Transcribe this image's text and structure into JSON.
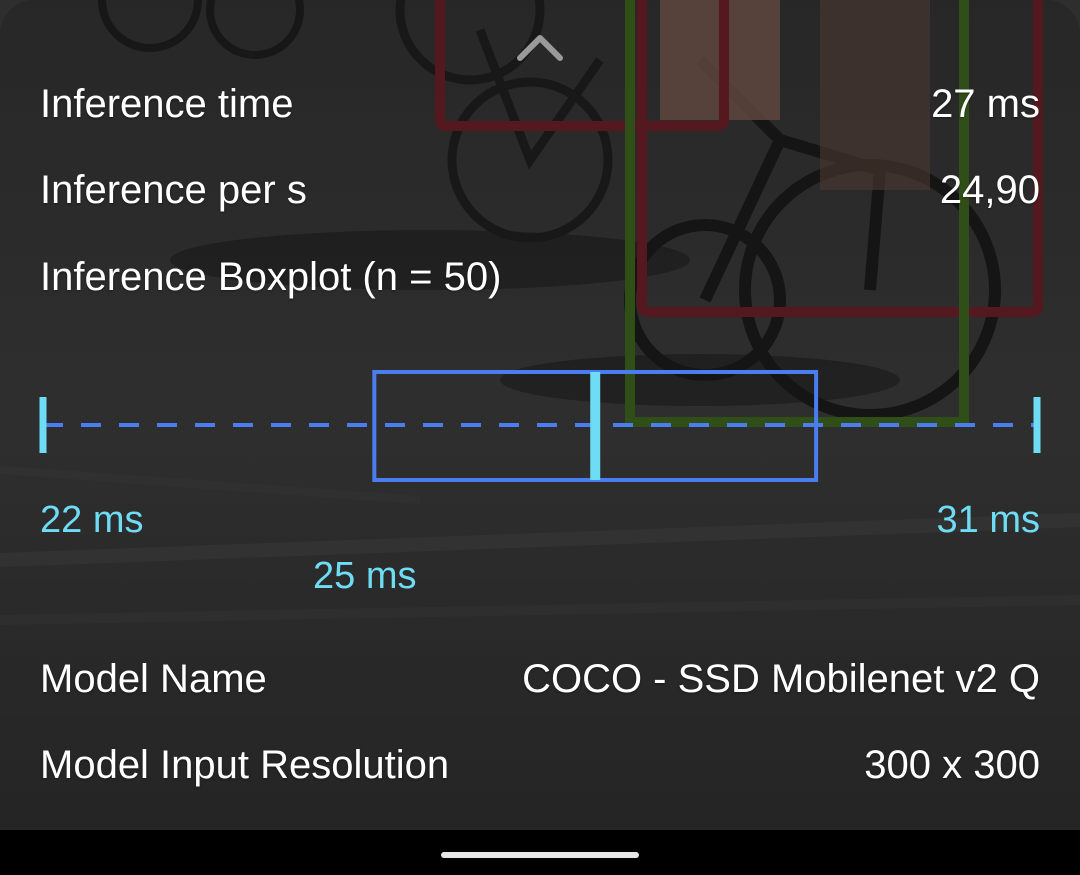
{
  "stats": {
    "inference_time_label": "Inference time",
    "inference_time_value": "27 ms",
    "inference_per_s_label": "Inference per s",
    "inference_per_s_value": "24,90",
    "boxplot_title": "Inference Boxplot (n = 50)"
  },
  "boxplot": {
    "min_ms": 22,
    "q1_ms": 25,
    "median_ms": 27,
    "q3_ms": 29,
    "max_ms": 31,
    "min_label": "22 ms",
    "median_label": "25 ms",
    "max_label": "31 ms",
    "whisker_color": "#6fdcf5",
    "box_color": "#4a7df0",
    "median_color": "#6fdcf5"
  },
  "model": {
    "name_label": "Model Name",
    "name_value": "COCO - SSD Mobilenet v2 Q",
    "resolution_label": "Model Input Resolution",
    "resolution_value": "300 x 300"
  },
  "detections": [
    {
      "color": "#7a1420"
    },
    {
      "color": "#7a1420"
    },
    {
      "color": "#3c6e14"
    }
  ],
  "icons": {
    "collapse": "chevron-up-icon",
    "home": "home-handle"
  }
}
